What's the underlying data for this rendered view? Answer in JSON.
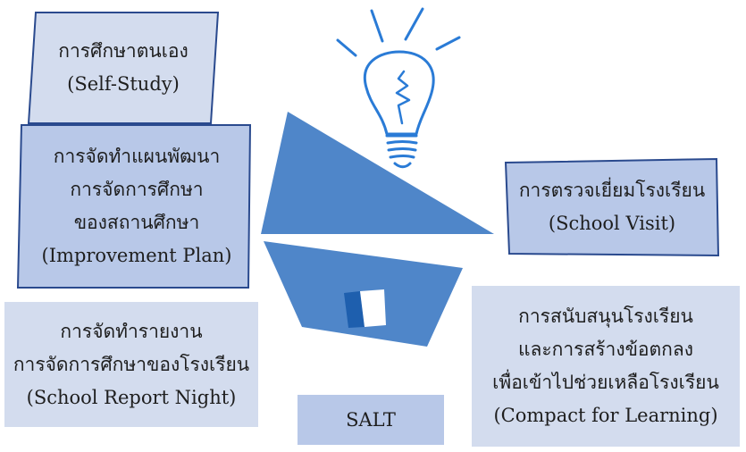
{
  "colors": {
    "box_light": "#d3dcee",
    "box_medium": "#b8c8e8",
    "box_border": "#2a4a8e",
    "shape_blue": "#4f86c9",
    "shape_dark": "#1e5fae",
    "bulb_blue": "#2a7bd6"
  },
  "boxes": {
    "self_study": {
      "lines": [
        "การศึกษาตนเอง",
        "(Self-Study)"
      ]
    },
    "improvement_plan": {
      "lines": [
        "การจัดทำแผนพัฒนา",
        "การจัดการศึกษา",
        "ของสถานศึกษา",
        "(Improvement Plan)"
      ]
    },
    "school_visit": {
      "lines": [
        "การตรวจเยี่ยมโรงเรียน",
        "(School Visit)"
      ]
    },
    "report_night": {
      "lines": [
        "การจัดทำรายงาน",
        "การจัดการศึกษาของโรงเรียน",
        "(School Report Night)"
      ]
    },
    "salt": {
      "lines": [
        "SALT"
      ]
    },
    "compact": {
      "lines": [
        "การสนับสนุนโรงเรียน",
        "และการสร้างข้อตกลง",
        "เพื่อเข้าไปช่วยเหลือโรงเรียน",
        "(Compact for Learning)"
      ]
    }
  },
  "icons": {
    "bulb": "light-bulb-icon",
    "house": "house-icon"
  }
}
